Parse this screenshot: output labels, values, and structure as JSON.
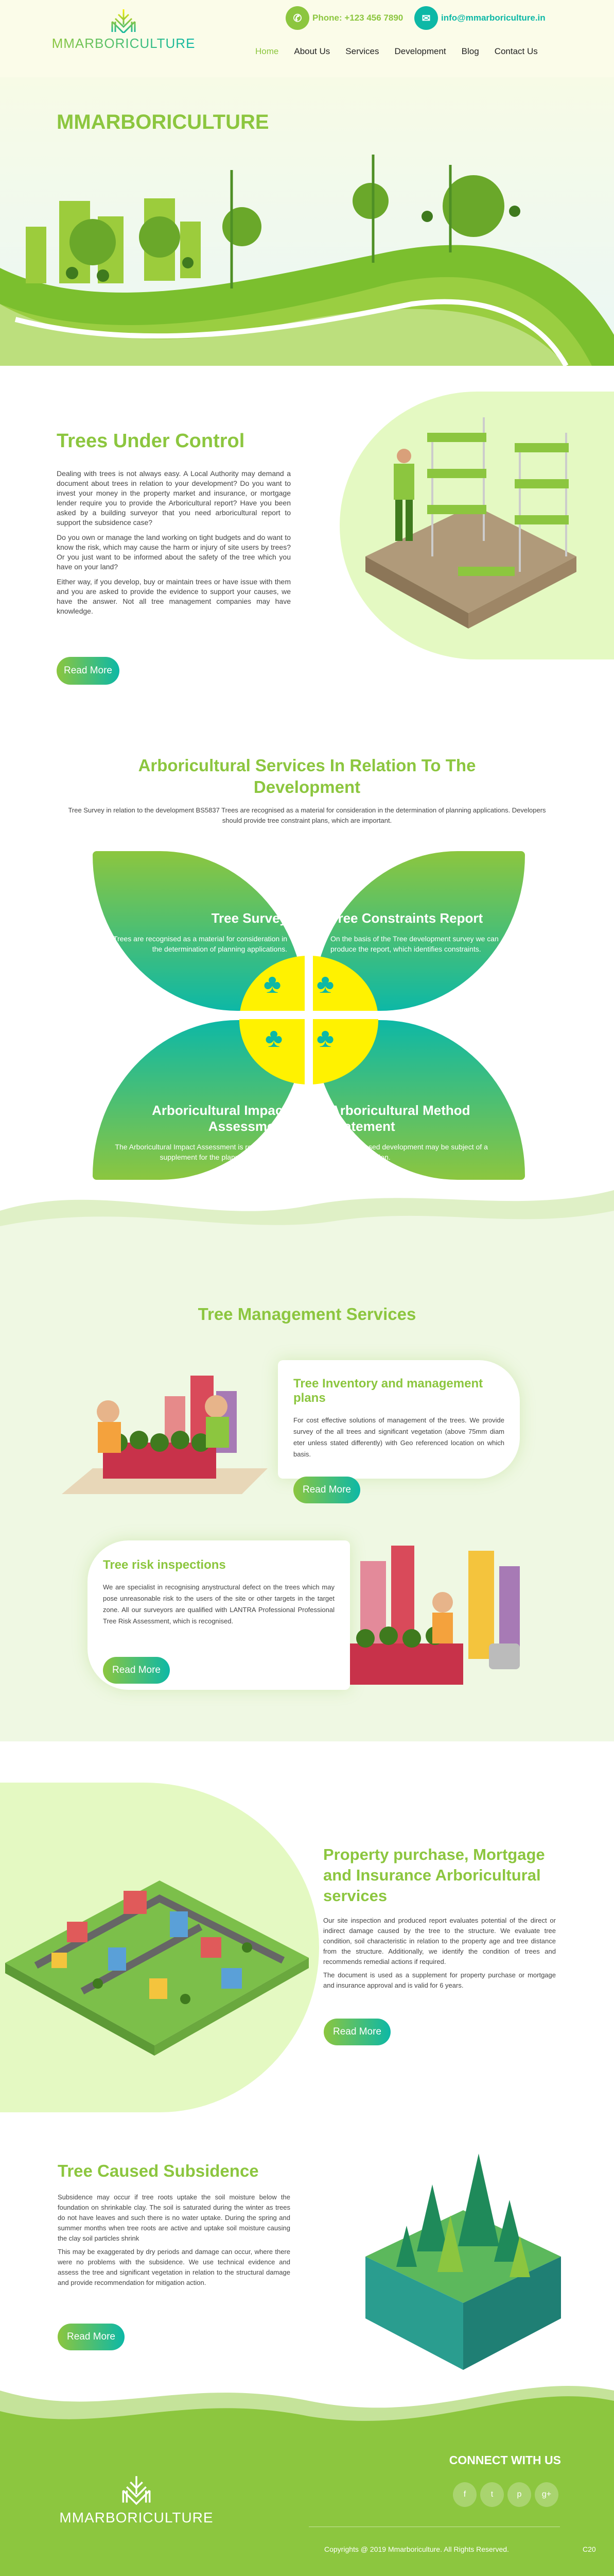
{
  "brand": {
    "name": "MMARBORICULTURE"
  },
  "header": {
    "phone": "Phone: +123 456 7890",
    "email": "info@mmarboriculture.in",
    "nav": [
      "Home",
      "About Us",
      "Services",
      "Development",
      "Blog",
      "Contact Us"
    ],
    "active": "Home"
  },
  "hero": {
    "title": "MMARBORICULTURE"
  },
  "intro": {
    "title": "Trees Under Control",
    "paragraphs": [
      "Dealing with trees is not always easy. A Local Authority may demand a document about trees in relation to your development? Do you want to invest your money in the property market and insurance, or mortgage lender require you to provide the Arboricultural report? Have you been asked by a building surveyor that you need arboricultural report to support the subsidence case?",
      "Do you own or manage the land working on tight budgets and do want to know the risk, which may cause the harm or injury of site users by trees? Or you just want to be informed about the safety of the tree which you have on your land?",
      "Either way, if you develop, buy or maintain trees or have issue with them and you are asked to provide the evidence to support your causes, we have the answer. Not all tree management companies may have knowledge."
    ],
    "button": "Read More"
  },
  "services": {
    "title": "Arboricultural Services In Relation To The Development",
    "subtitle": "Tree Survey in relation to the development BS5837 Trees are recognised as a material for consideration in the determination of planning applications.  Developers should provide tree constraint plans, which are important.",
    "cards": [
      {
        "title": "Tree Survey",
        "text": "Trees are recognised as a material for consideration in the determination of planning applications."
      },
      {
        "title": "Tree Constraints Report",
        "text": "On the basis of the Tree development survey we can produce the report, which identifies constraints."
      },
      {
        "title": "Arboricultural Impact Assessment",
        "text": "The Arboricultural Impact Assessment is required as a supplement for the planning application."
      },
      {
        "title": "Arboricultural Method Statement",
        "text": "Often proposed development may be subject of a planning condition."
      }
    ]
  },
  "management": {
    "title": "Tree Management Services",
    "items": [
      {
        "title": "Tree Inventory and management plans",
        "text": "For cost effective solutions of management of the trees. We provide survey of the all trees and significant vegetation (above 75mm diam eter unless stated differently) with Geo referenced location on which basis.",
        "button": "Read More"
      },
      {
        "title": "Tree risk inspections",
        "text": "We are specialist in recognising anystructural defect on the trees which may pose unreasonable risk to the users of the site or other targets in the target zone. All our surveyors are qualified with LANTRA Professional Professional Tree Risk Assessment, which is recognised.",
        "button": "Read More"
      }
    ]
  },
  "property": {
    "title": "Property purchase, Mortgage and Insurance Arboricultural services",
    "paragraphs": [
      "Our site inspection and produced report evaluates potential of the direct or indirect damage caused by the tree to the structure. We evaluate tree condition, soil characteristic in relation to the property age and tree distance from the structure. Additionally, we identify the condition of trees and recommends remedial actions if required.",
      "The document is used as a supplement for property purchase or mortgage and insurance approval and is valid for 6 years."
    ],
    "button": "Read More"
  },
  "subsidence": {
    "title": "Tree Caused Subsidence",
    "paragraphs": [
      "Subsidence may occur if tree roots uptake the soil moisture below the foundation on shrinkable clay. The soil is saturated during the winter as trees do not have leaves and such there is no water uptake. During the spring and summer months when tree roots are active and uptake soil moisture causing the clay soil particles shrink",
      "This may be exaggerated by dry periods and damage can occur, where there were no problems with the subsidence. We use technical evidence and assess the tree and significant vegetation in relation to the structural damage and provide recommendation for mitigation action."
    ],
    "button": "Read More"
  },
  "footer": {
    "brand": "MMARBORICULTURE",
    "connect": "CONNECT WITH US",
    "social": [
      "facebook-icon",
      "twitter-icon",
      "pinterest-icon",
      "google-plus-icon"
    ],
    "social_glyphs": [
      "f",
      "t",
      "p",
      "g+"
    ],
    "copyright": "Copyrights @ 2019  Mmarboriculture. All Rights Reserved.",
    "code": "C20"
  },
  "colors": {
    "green": "#8cc63f",
    "teal": "#0db8a6",
    "yellow": "#fff200",
    "footer": "#8cc63f"
  }
}
